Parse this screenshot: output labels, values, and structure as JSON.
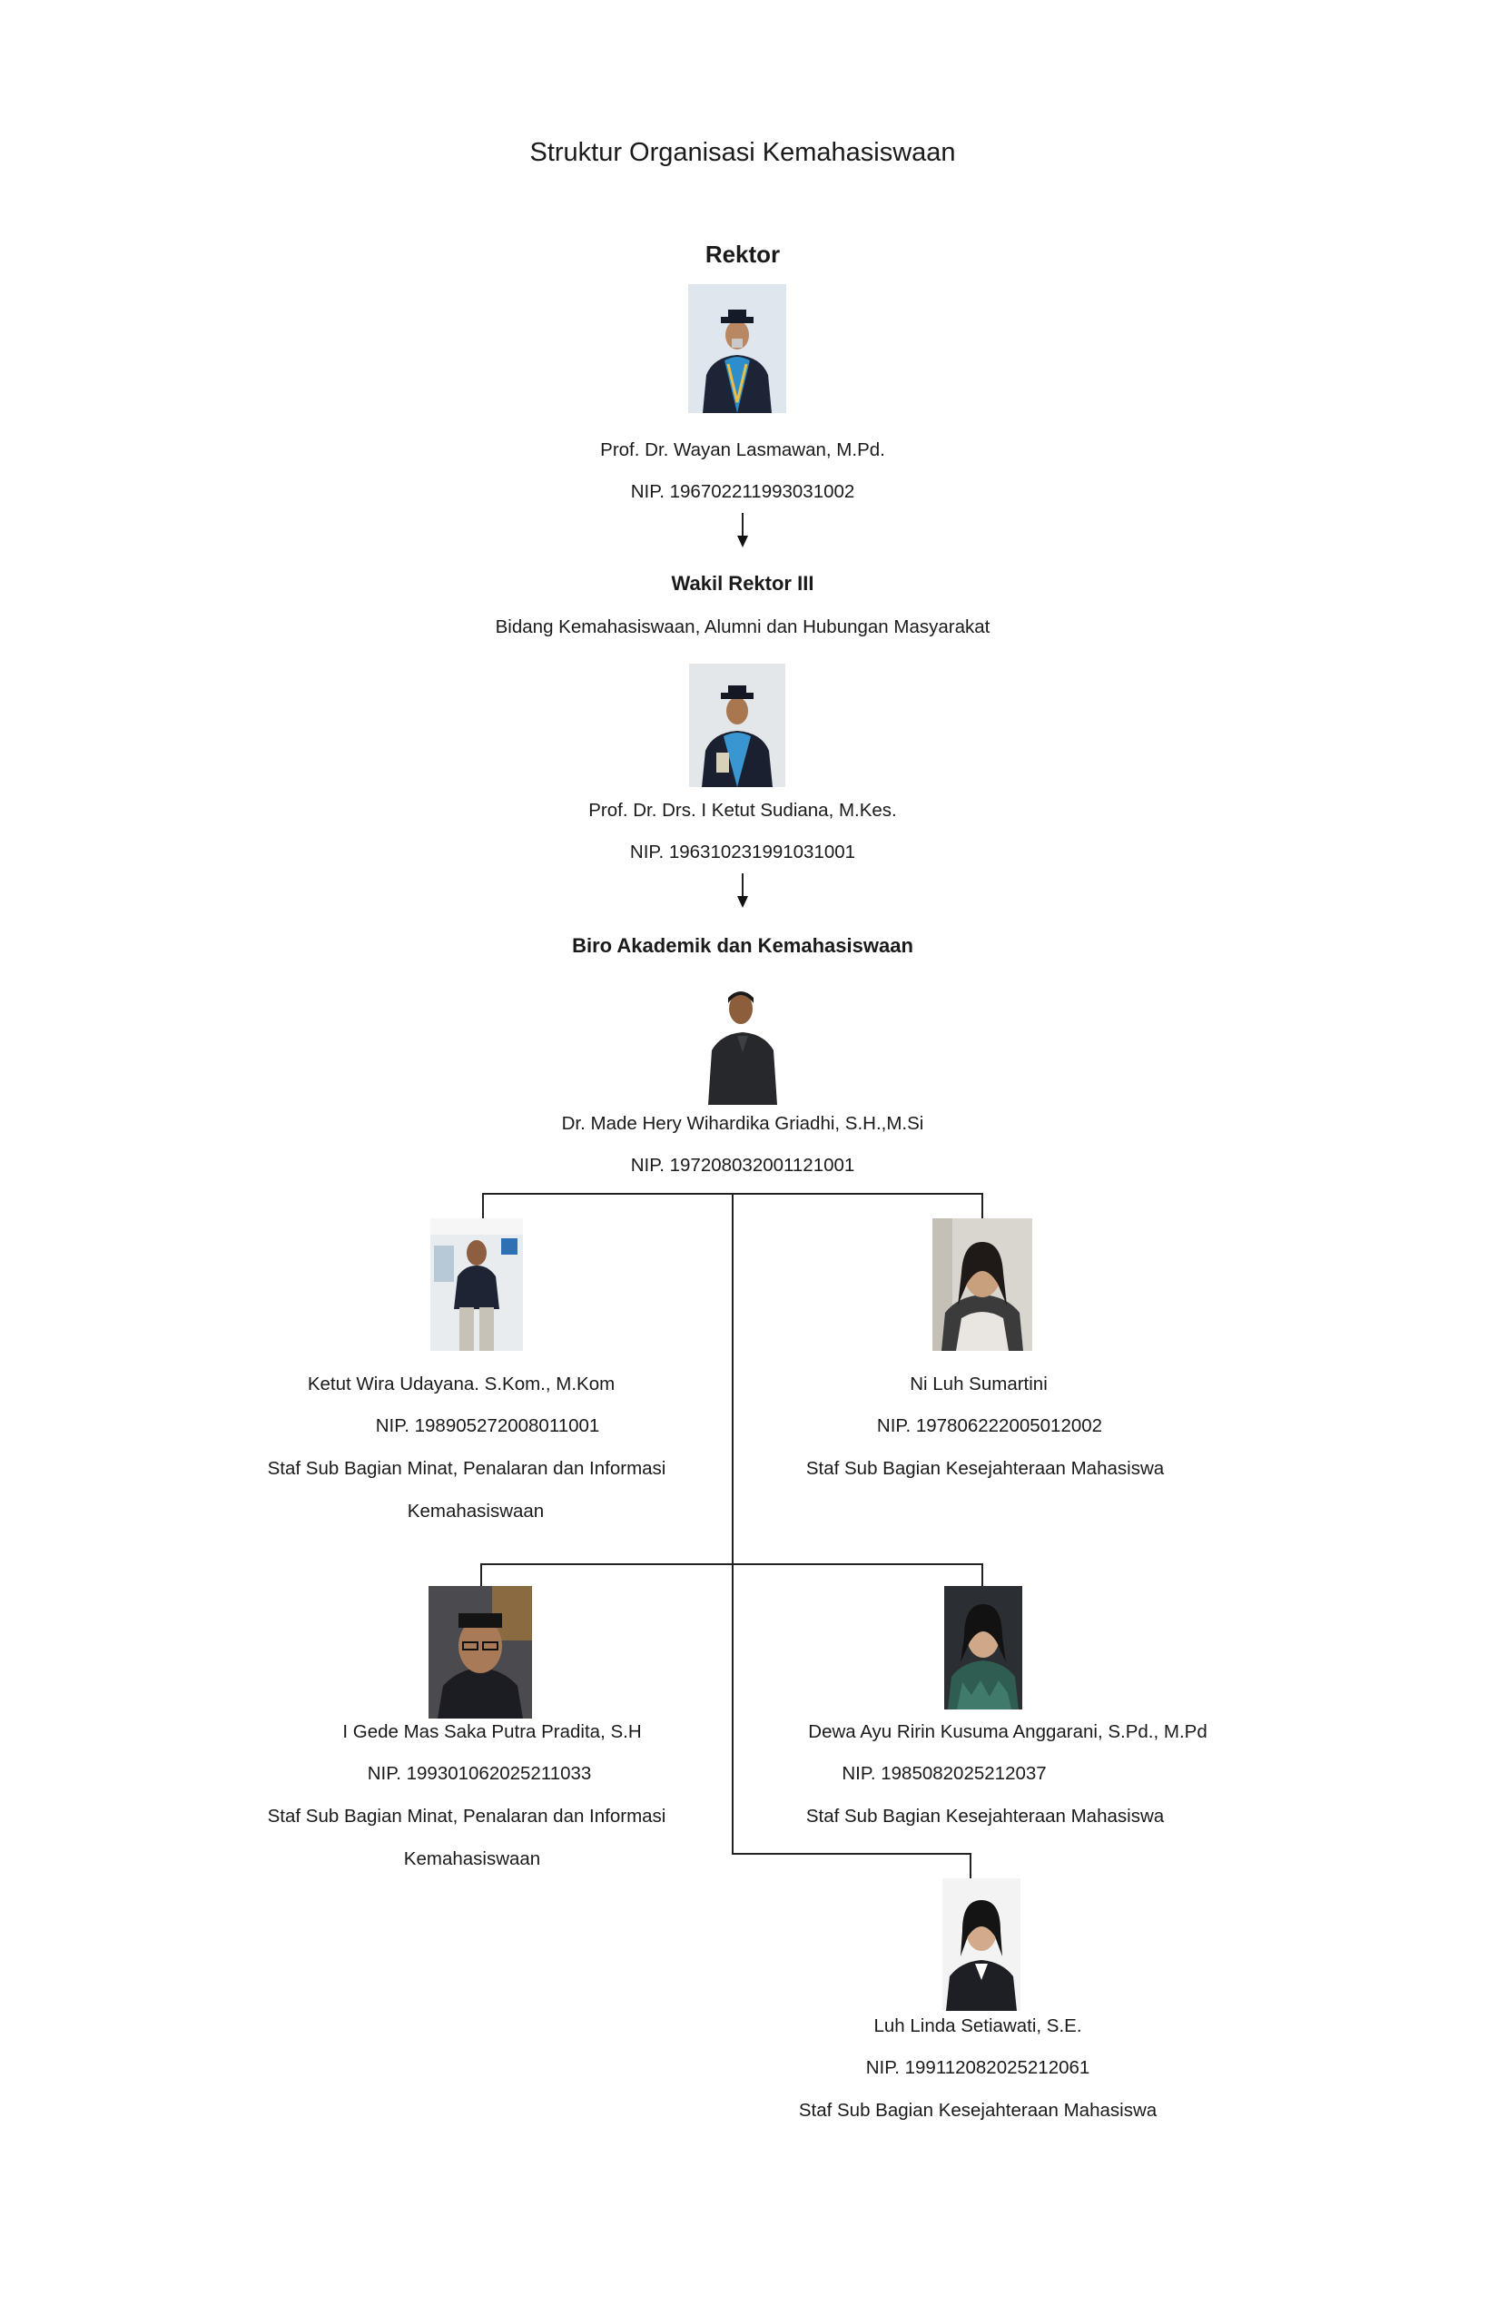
{
  "title": "Struktur Organisasi Kemahasiswaan",
  "rektor": {
    "heading": "Rektor",
    "name": "Prof. Dr. Wayan Lasmawan, M.Pd.",
    "nip": "NIP. 196702211993031002"
  },
  "wakil": {
    "heading": "Wakil Rektor III",
    "subheading": "Bidang Kemahasiswaan, Alumni dan Hubungan Masyarakat",
    "name": "Prof. Dr. Drs. I Ketut Sudiana, M.Kes.",
    "nip": "NIP. 196310231991031001"
  },
  "biro": {
    "heading": "Biro Akademik dan Kemahasiswaan",
    "name": "Dr. Made Hery Wihardika Griadhi, S.H.,M.Si",
    "nip": "NIP. 197208032001121001"
  },
  "staff": [
    {
      "name": "Ketut Wira Udayana. S.Kom., M.Kom",
      "nip": "NIP. 198905272008011001",
      "role_line1": "Staf Sub Bagian Minat, Penalaran dan Informasi",
      "role_line2": "Kemahasiswaan"
    },
    {
      "name": "Ni Luh Sumartini",
      "nip": "NIP. 197806222005012002",
      "role_line1": "Staf Sub Bagian Kesejahteraan Mahasiswa"
    },
    {
      "name": "I Gede Mas Saka Putra Pradita, S.H",
      "nip": "NIP. 199301062025211033",
      "role_line1": "Staf Sub Bagian Minat, Penalaran dan Informasi",
      "role_line2": "Kemahasiswaan"
    },
    {
      "name": "Dewa Ayu Ririn Kusuma Anggarani, S.Pd., M.Pd",
      "nip": "NIP. 1985082025212037",
      "role_line1": "Staf Sub Bagian Kesejahteraan Mahasiswa"
    },
    {
      "name": "Luh Linda Setiawati, S.E.",
      "nip": "NIP. 199112082025212061",
      "role_line1": "Staf Sub Bagian Kesejahteraan Mahasiswa"
    }
  ]
}
